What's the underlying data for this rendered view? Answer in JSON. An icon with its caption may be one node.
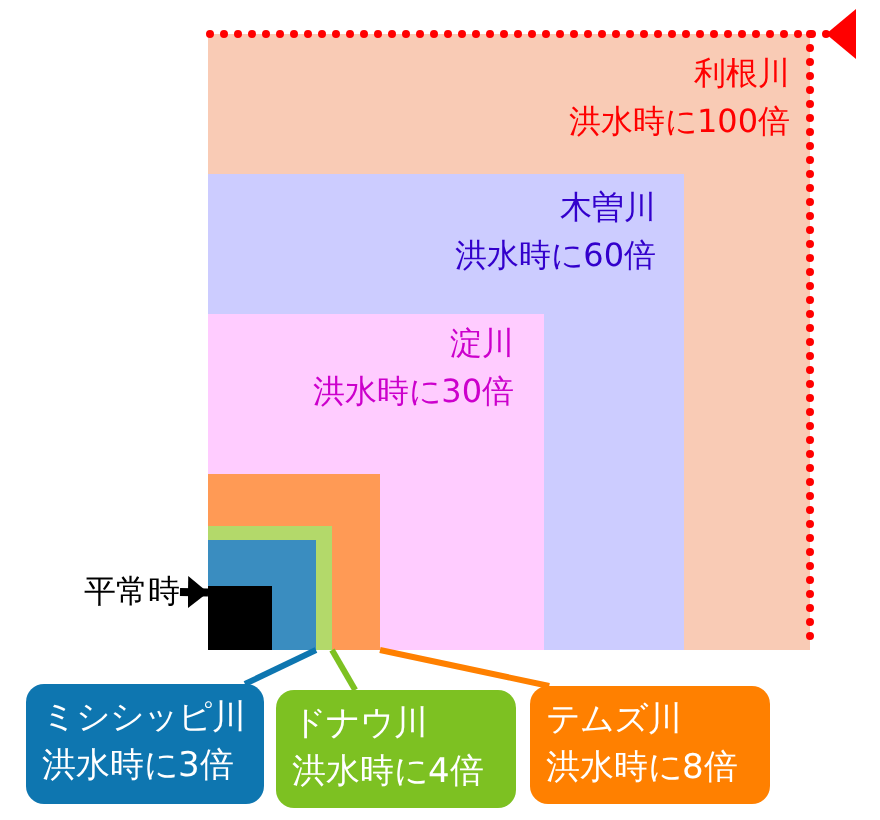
{
  "diagram": {
    "nodes": [
      {
        "text": [
          "利根川",
          "洪水時に100倍"
        ]
      },
      {
        "text": [
          "木曽川",
          "洪水時に60倍"
        ],
        "in": 0
      },
      {
        "text": [
          "淀川",
          "洪水時に30倍"
        ],
        "in": 1
      },
      {
        "text": [],
        "shape": "box",
        "in": 2
      },
      {
        "text": [],
        "shape": "box",
        "in": 3
      },
      {
        "text": [],
        "shape": "box",
        "in": 4
      },
      {
        "text": [],
        "shape": "box",
        "in": 5
      },
      {
        "text": [
          "平常時"
        ]
      },
      {
        "text": [
          "ミシシッピ川",
          "洪水時に3倍"
        ]
      },
      {
        "text": [
          "ドナウ川",
          "洪水時に4倍"
        ]
      },
      {
        "text": [
          "テムズ川",
          "洪水時に8倍"
        ]
      }
    ],
    "edges": [
      {
        "from": 7,
        "to": 6,
        "arrow": "to"
      },
      {
        "from": 8,
        "to": 5,
        "arrow": "none",
        "color": "#0e76b0"
      },
      {
        "from": 9,
        "to": 4,
        "arrow": "none",
        "color": "#7dc122"
      },
      {
        "from": 10,
        "to": 3,
        "arrow": "none",
        "color": "#ff8000"
      }
    ]
  }
}
